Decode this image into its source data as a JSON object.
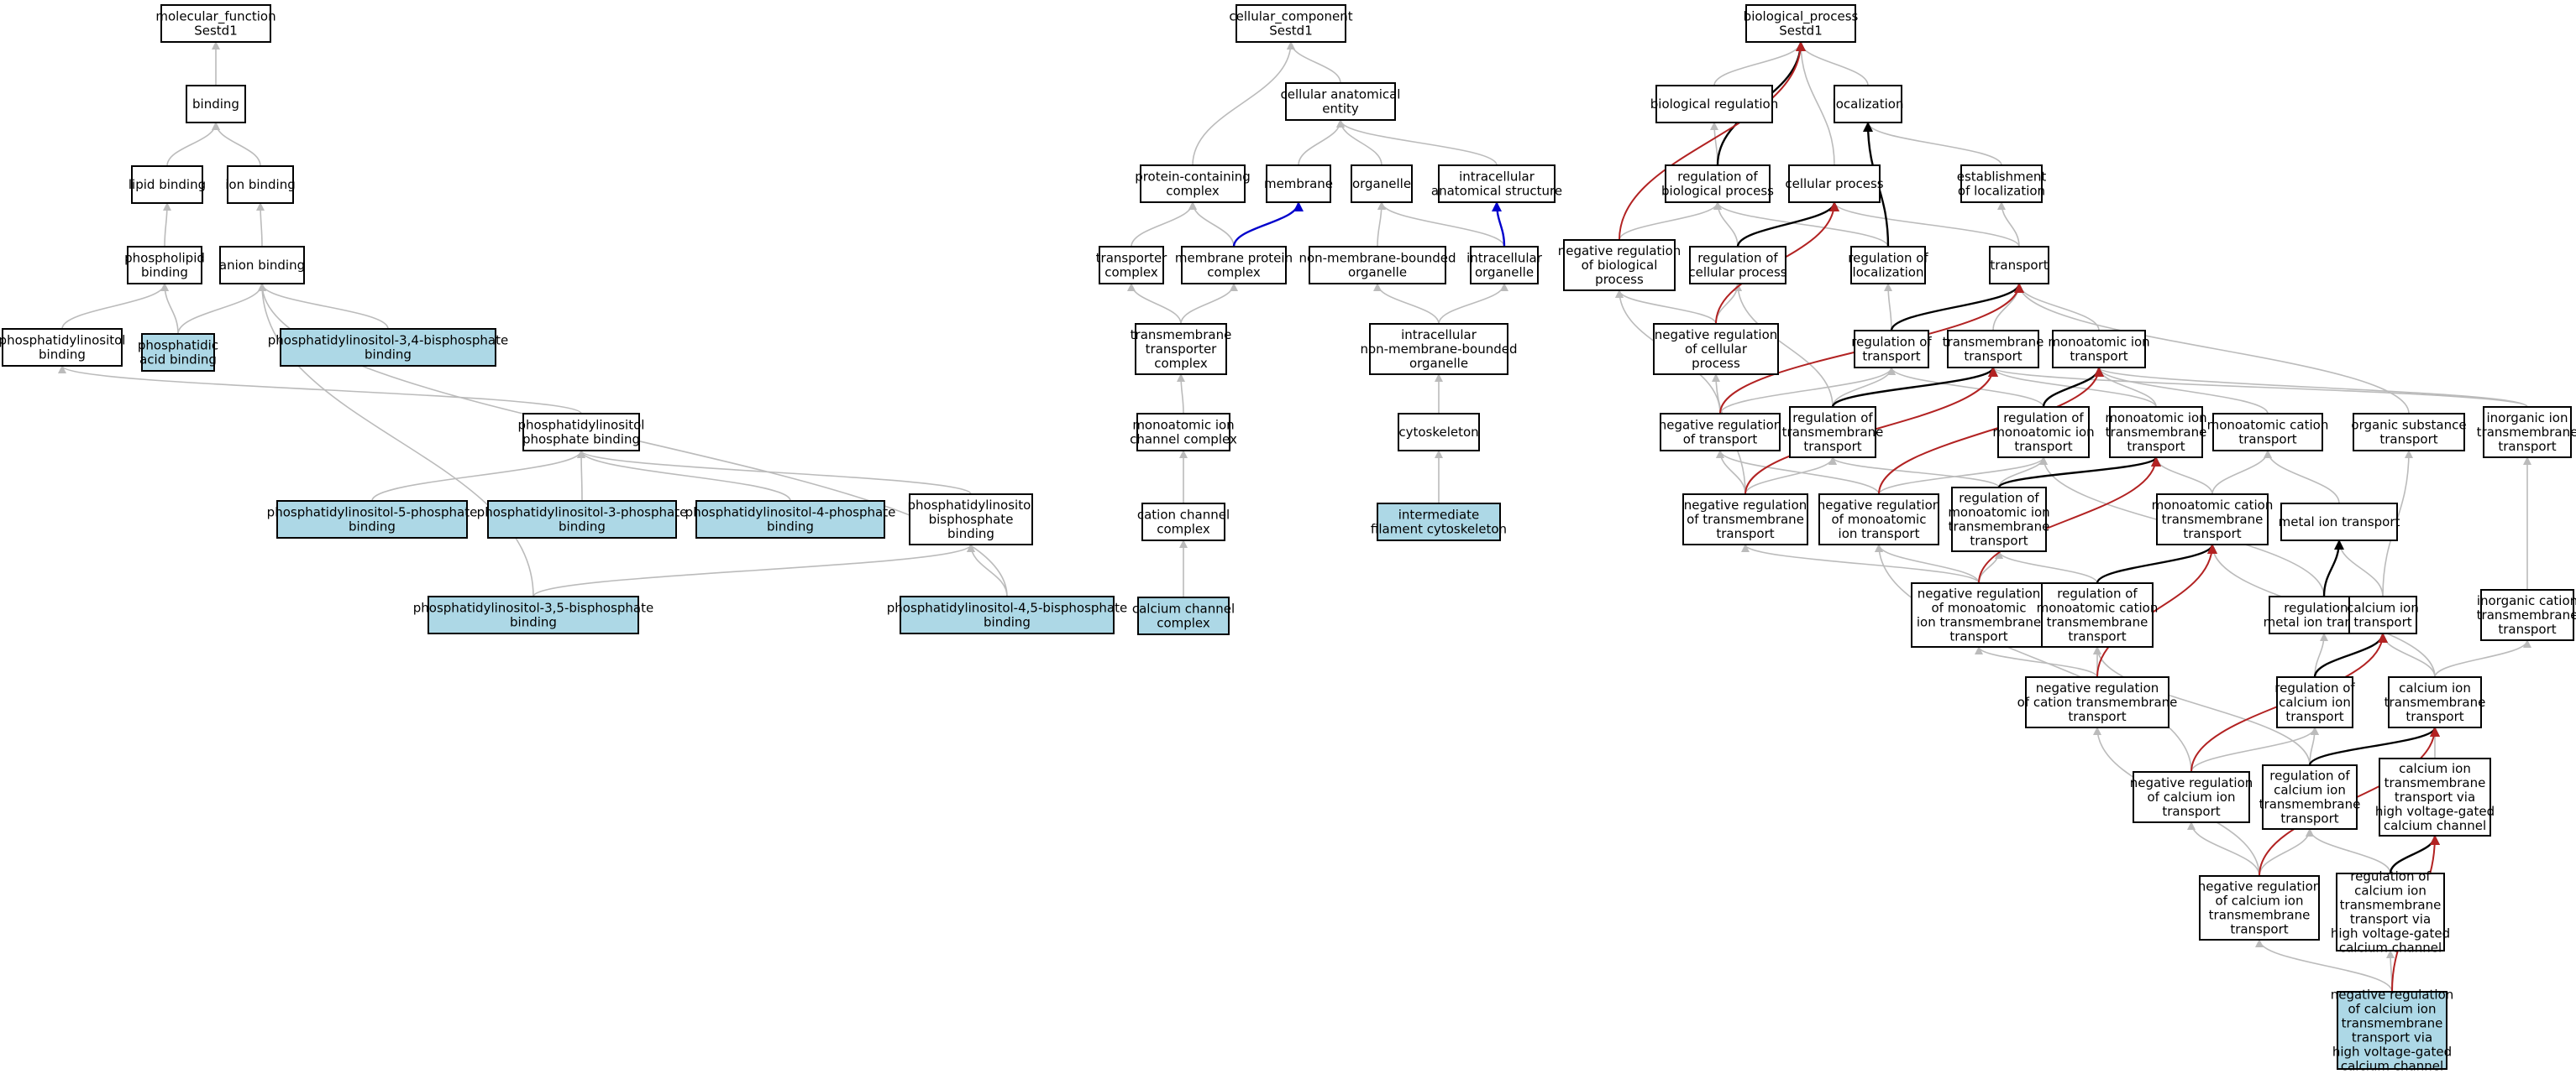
{
  "colors": {
    "node_default": "#ffffff",
    "node_highlight": "#add8e6",
    "edge_is_a": "#bbbbbb",
    "edge_regulates": "#000000",
    "edge_neg_regulates": "#b22222",
    "edge_part_of": "#0000cc"
  },
  "nodes": [
    {
      "id": "mf",
      "lines": [
        "molecular_function",
        "Sestd1"
      ],
      "hl": false
    },
    {
      "id": "binding",
      "lines": [
        "binding"
      ],
      "hl": false
    },
    {
      "id": "lipid",
      "lines": [
        "lipid binding"
      ],
      "hl": false
    },
    {
      "id": "ion",
      "lines": [
        "ion binding"
      ],
      "hl": false
    },
    {
      "id": "phospholipid",
      "lines": [
        "phospholipid",
        "binding"
      ],
      "hl": false
    },
    {
      "id": "anion",
      "lines": [
        "anion binding"
      ],
      "hl": false
    },
    {
      "id": "pi",
      "lines": [
        "phosphatidylinositol",
        "binding"
      ],
      "hl": false
    },
    {
      "id": "pa",
      "lines": [
        "phosphatidic",
        "acid binding"
      ],
      "hl": true
    },
    {
      "id": "pi34",
      "lines": [
        "phosphatidylinositol-3,4-bisphosphate",
        "binding"
      ],
      "hl": true
    },
    {
      "id": "pip",
      "lines": [
        "phosphatidylinositol",
        "phosphate binding"
      ],
      "hl": false
    },
    {
      "id": "pi5",
      "lines": [
        "phosphatidylinositol-5-phosphate",
        "binding"
      ],
      "hl": true
    },
    {
      "id": "pi3",
      "lines": [
        "phosphatidylinositol-3-phosphate",
        "binding"
      ],
      "hl": true
    },
    {
      "id": "pi4",
      "lines": [
        "phosphatidylinositol-4-phosphate",
        "binding"
      ],
      "hl": true
    },
    {
      "id": "pibis",
      "lines": [
        "phosphatidylinositol",
        "bisphosphate",
        "binding"
      ],
      "hl": false
    },
    {
      "id": "pi35",
      "lines": [
        "phosphatidylinositol-3,5-bisphosphate",
        "binding"
      ],
      "hl": true
    },
    {
      "id": "pi45",
      "lines": [
        "phosphatidylinositol-4,5-bisphosphate",
        "binding"
      ],
      "hl": true
    },
    {
      "id": "cc",
      "lines": [
        "cellular_component",
        "Sestd1"
      ],
      "hl": false
    },
    {
      "id": "cae",
      "lines": [
        "cellular anatomical",
        "entity"
      ],
      "hl": false
    },
    {
      "id": "pcc",
      "lines": [
        "protein-containing",
        "complex"
      ],
      "hl": false
    },
    {
      "id": "membrane",
      "lines": [
        "membrane"
      ],
      "hl": false
    },
    {
      "id": "organelle",
      "lines": [
        "organelle"
      ],
      "hl": false
    },
    {
      "id": "ias",
      "lines": [
        "intracellular",
        "anatomical structure"
      ],
      "hl": false
    },
    {
      "id": "tc",
      "lines": [
        "transporter",
        "complex"
      ],
      "hl": false
    },
    {
      "id": "mpc",
      "lines": [
        "membrane protein",
        "complex"
      ],
      "hl": false
    },
    {
      "id": "nmbo",
      "lines": [
        "non-membrane-bounded",
        "organelle"
      ],
      "hl": false
    },
    {
      "id": "io",
      "lines": [
        "intracellular",
        "organelle"
      ],
      "hl": false
    },
    {
      "id": "ttc",
      "lines": [
        "transmembrane",
        "transporter",
        "complex"
      ],
      "hl": false
    },
    {
      "id": "inmbo",
      "lines": [
        "intracellular",
        "non-membrane-bounded",
        "organelle"
      ],
      "hl": false
    },
    {
      "id": "mic",
      "lines": [
        "monoatomic ion",
        "channel complex"
      ],
      "hl": false
    },
    {
      "id": "cyto",
      "lines": [
        "cytoskeleton"
      ],
      "hl": false
    },
    {
      "id": "ccx",
      "lines": [
        "cation channel",
        "complex"
      ],
      "hl": false
    },
    {
      "id": "ifc",
      "lines": [
        "intermediate",
        "filament cytoskeleton"
      ],
      "hl": true
    },
    {
      "id": "ccc",
      "lines": [
        "calcium channel",
        "complex"
      ],
      "hl": true
    },
    {
      "id": "bp",
      "lines": [
        "biological_process",
        "Sestd1"
      ],
      "hl": false
    },
    {
      "id": "breg",
      "lines": [
        "biological regulation"
      ],
      "hl": false
    },
    {
      "id": "loc",
      "lines": [
        "localization"
      ],
      "hl": false
    },
    {
      "id": "rbp",
      "lines": [
        "regulation of",
        "biological process"
      ],
      "hl": false
    },
    {
      "id": "cp",
      "lines": [
        "cellular process"
      ],
      "hl": false
    },
    {
      "id": "eol",
      "lines": [
        "establishment",
        "of localization"
      ],
      "hl": false
    },
    {
      "id": "nrbp",
      "lines": [
        "negative regulation",
        "of biological",
        "process"
      ],
      "hl": false
    },
    {
      "id": "rcp",
      "lines": [
        "regulation of",
        "cellular process"
      ],
      "hl": false
    },
    {
      "id": "rloc",
      "lines": [
        "regulation of",
        "localization"
      ],
      "hl": false
    },
    {
      "id": "transport",
      "lines": [
        "transport"
      ],
      "hl": false
    },
    {
      "id": "nrcp",
      "lines": [
        "negative regulation",
        "of cellular",
        "process"
      ],
      "hl": false
    },
    {
      "id": "rt",
      "lines": [
        "regulation of",
        "transport"
      ],
      "hl": false
    },
    {
      "id": "tt",
      "lines": [
        "transmembrane",
        "transport"
      ],
      "hl": false
    },
    {
      "id": "mit",
      "lines": [
        "monoatomic ion",
        "transport"
      ],
      "hl": false
    },
    {
      "id": "nrt",
      "lines": [
        "negative regulation",
        "of transport"
      ],
      "hl": false
    },
    {
      "id": "rtt",
      "lines": [
        "regulation of",
        "transmembrane",
        "transport"
      ],
      "hl": false
    },
    {
      "id": "rmit",
      "lines": [
        "regulation of",
        "monoatomic ion",
        "transport"
      ],
      "hl": false
    },
    {
      "id": "mitt",
      "lines": [
        "monoatomic ion",
        "transmembrane",
        "transport"
      ],
      "hl": false
    },
    {
      "id": "mct",
      "lines": [
        "monoatomic cation",
        "transport"
      ],
      "hl": false
    },
    {
      "id": "ost",
      "lines": [
        "organic substance",
        "transport"
      ],
      "hl": false
    },
    {
      "id": "iitt",
      "lines": [
        "inorganic ion",
        "transmembrane",
        "transport"
      ],
      "hl": false
    },
    {
      "id": "nrtt",
      "lines": [
        "negative regulation",
        "of transmembrane",
        "transport"
      ],
      "hl": false
    },
    {
      "id": "nrmit",
      "lines": [
        "negative regulation",
        "of monoatomic",
        "ion transport"
      ],
      "hl": false
    },
    {
      "id": "rmitt",
      "lines": [
        "regulation of",
        "monoatomic ion",
        "transmembrane",
        "transport"
      ],
      "hl": false
    },
    {
      "id": "mctt",
      "lines": [
        "monoatomic cation",
        "transmembrane",
        "transport"
      ],
      "hl": false
    },
    {
      "id": "mion",
      "lines": [
        "metal ion transport"
      ],
      "hl": false
    },
    {
      "id": "nrmitt",
      "lines": [
        "negative regulation",
        "of monoatomic",
        "ion transmembrane",
        "transport"
      ],
      "hl": false
    },
    {
      "id": "rmctt",
      "lines": [
        "regulation of",
        "monoatomic cation",
        "transmembrane",
        "transport"
      ],
      "hl": false
    },
    {
      "id": "rmion",
      "lines": [
        "regulation of",
        "metal ion transport"
      ],
      "hl": false
    },
    {
      "id": "cit",
      "lines": [
        "calcium ion",
        "transport"
      ],
      "hl": false
    },
    {
      "id": "ictt",
      "lines": [
        "inorganic cation",
        "transmembrane",
        "transport"
      ],
      "hl": false
    },
    {
      "id": "nrctt",
      "lines": [
        "negative regulation",
        "of cation transmembrane",
        "transport"
      ],
      "hl": false
    },
    {
      "id": "rcit",
      "lines": [
        "regulation of",
        "calcium ion",
        "transport"
      ],
      "hl": false
    },
    {
      "id": "citt",
      "lines": [
        "calcium ion",
        "transmembrane",
        "transport"
      ],
      "hl": false
    },
    {
      "id": "nrcit",
      "lines": [
        "negative regulation",
        "of calcium ion",
        "transport"
      ],
      "hl": false
    },
    {
      "id": "rcitt",
      "lines": [
        "regulation of",
        "calcium ion",
        "transmembrane",
        "transport"
      ],
      "hl": false
    },
    {
      "id": "cittv",
      "lines": [
        "calcium ion",
        "transmembrane",
        "transport via",
        "high voltage-gated",
        "calcium channel"
      ],
      "hl": false
    },
    {
      "id": "nrcitt",
      "lines": [
        "negative regulation",
        "of calcium ion",
        "transmembrane",
        "transport"
      ],
      "hl": false
    },
    {
      "id": "rcittv",
      "lines": [
        "regulation of",
        "calcium ion",
        "transmembrane",
        "transport via",
        "high voltage-gated",
        "calcium channel"
      ],
      "hl": false
    },
    {
      "id": "nrcittv",
      "lines": [
        "negative regulation",
        "of calcium ion",
        "transmembrane",
        "transport via",
        "high voltage-gated",
        "calcium channel"
      ],
      "hl": true
    }
  ],
  "edges": [
    {
      "from": "binding",
      "to": "mf",
      "type": "is_a"
    },
    {
      "from": "lipid",
      "to": "binding",
      "type": "is_a"
    },
    {
      "from": "ion",
      "to": "binding",
      "type": "is_a"
    },
    {
      "from": "phospholipid",
      "to": "lipid",
      "type": "is_a"
    },
    {
      "from": "anion",
      "to": "ion",
      "type": "is_a"
    },
    {
      "from": "pi",
      "to": "phospholipid",
      "type": "is_a"
    },
    {
      "from": "pa",
      "to": "phospholipid",
      "type": "is_a"
    },
    {
      "from": "pa",
      "to": "anion",
      "type": "is_a"
    },
    {
      "from": "pi34",
      "to": "anion",
      "type": "is_a"
    },
    {
      "from": "pip",
      "to": "pi",
      "type": "is_a"
    },
    {
      "from": "pi5",
      "to": "pip",
      "type": "is_a"
    },
    {
      "from": "pi3",
      "to": "pip",
      "type": "is_a"
    },
    {
      "from": "pi4",
      "to": "pip",
      "type": "is_a"
    },
    {
      "from": "pibis",
      "to": "pip",
      "type": "is_a"
    },
    {
      "from": "pi35",
      "to": "pibis",
      "type": "is_a"
    },
    {
      "from": "pi35",
      "to": "anion",
      "type": "is_a"
    },
    {
      "from": "pi45",
      "to": "pibis",
      "type": "is_a"
    },
    {
      "from": "pi45",
      "to": "anion",
      "type": "is_a"
    },
    {
      "from": "cae",
      "to": "cc",
      "type": "is_a"
    },
    {
      "from": "pcc",
      "to": "cc",
      "type": "is_a"
    },
    {
      "from": "membrane",
      "to": "cae",
      "type": "is_a"
    },
    {
      "from": "organelle",
      "to": "cae",
      "type": "is_a"
    },
    {
      "from": "ias",
      "to": "cae",
      "type": "is_a"
    },
    {
      "from": "tc",
      "to": "pcc",
      "type": "is_a"
    },
    {
      "from": "mpc",
      "to": "pcc",
      "type": "is_a"
    },
    {
      "from": "mpc",
      "to": "membrane",
      "type": "part_of"
    },
    {
      "from": "nmbo",
      "to": "organelle",
      "type": "is_a"
    },
    {
      "from": "io",
      "to": "organelle",
      "type": "is_a"
    },
    {
      "from": "io",
      "to": "ias",
      "type": "part_of"
    },
    {
      "from": "ttc",
      "to": "tc",
      "type": "is_a"
    },
    {
      "from": "ttc",
      "to": "mpc",
      "type": "is_a"
    },
    {
      "from": "inmbo",
      "to": "nmbo",
      "type": "is_a"
    },
    {
      "from": "inmbo",
      "to": "io",
      "type": "is_a"
    },
    {
      "from": "mic",
      "to": "ttc",
      "type": "is_a"
    },
    {
      "from": "cyto",
      "to": "inmbo",
      "type": "is_a"
    },
    {
      "from": "ccx",
      "to": "mic",
      "type": "is_a"
    },
    {
      "from": "ifc",
      "to": "cyto",
      "type": "is_a"
    },
    {
      "from": "ccc",
      "to": "ccx",
      "type": "is_a"
    },
    {
      "from": "breg",
      "to": "bp",
      "type": "is_a"
    },
    {
      "from": "loc",
      "to": "bp",
      "type": "is_a"
    },
    {
      "from": "cp",
      "to": "bp",
      "type": "is_a"
    },
    {
      "from": "rbp",
      "to": "breg",
      "type": "is_a"
    },
    {
      "from": "rbp",
      "to": "bp",
      "type": "regulates"
    },
    {
      "from": "eol",
      "to": "loc",
      "type": "is_a"
    },
    {
      "from": "nrbp",
      "to": "rbp",
      "type": "is_a"
    },
    {
      "from": "nrbp",
      "to": "bp",
      "type": "negatively_regulates"
    },
    {
      "from": "rcp",
      "to": "rbp",
      "type": "is_a"
    },
    {
      "from": "rcp",
      "to": "cp",
      "type": "regulates"
    },
    {
      "from": "rloc",
      "to": "rbp",
      "type": "is_a"
    },
    {
      "from": "rloc",
      "to": "loc",
      "type": "regulates"
    },
    {
      "from": "transport",
      "to": "eol",
      "type": "is_a"
    },
    {
      "from": "transport",
      "to": "cp",
      "type": "is_a"
    },
    {
      "from": "nrcp",
      "to": "nrbp",
      "type": "is_a"
    },
    {
      "from": "nrcp",
      "to": "rcp",
      "type": "is_a"
    },
    {
      "from": "nrcp",
      "to": "cp",
      "type": "negatively_regulates"
    },
    {
      "from": "rt",
      "to": "rloc",
      "type": "is_a"
    },
    {
      "from": "rt",
      "to": "transport",
      "type": "regulates"
    },
    {
      "from": "tt",
      "to": "transport",
      "type": "is_a"
    },
    {
      "from": "mit",
      "to": "transport",
      "type": "is_a"
    },
    {
      "from": "nrt",
      "to": "rt",
      "type": "is_a"
    },
    {
      "from": "nrt",
      "to": "nrbp",
      "type": "is_a"
    },
    {
      "from": "nrt",
      "to": "transport",
      "type": "negatively_regulates"
    },
    {
      "from": "rtt",
      "to": "rt",
      "type": "is_a"
    },
    {
      "from": "rtt",
      "to": "rcp",
      "type": "is_a"
    },
    {
      "from": "rtt",
      "to": "tt",
      "type": "regulates"
    },
    {
      "from": "rmit",
      "to": "rt",
      "type": "is_a"
    },
    {
      "from": "rmit",
      "to": "mit",
      "type": "regulates"
    },
    {
      "from": "mitt",
      "to": "mit",
      "type": "is_a"
    },
    {
      "from": "mitt",
      "to": "tt",
      "type": "is_a"
    },
    {
      "from": "mct",
      "to": "mit",
      "type": "is_a"
    },
    {
      "from": "ost",
      "to": "transport",
      "type": "is_a"
    },
    {
      "from": "iitt",
      "to": "mit",
      "type": "is_a"
    },
    {
      "from": "iitt",
      "to": "tt",
      "type": "is_a"
    },
    {
      "from": "nrtt",
      "to": "nrt",
      "type": "is_a"
    },
    {
      "from": "nrtt",
      "to": "rtt",
      "type": "is_a"
    },
    {
      "from": "nrtt",
      "to": "nrcp",
      "type": "is_a"
    },
    {
      "from": "nrtt",
      "to": "tt",
      "type": "negatively_regulates"
    },
    {
      "from": "nrmit",
      "to": "nrt",
      "type": "is_a"
    },
    {
      "from": "nrmit",
      "to": "rmit",
      "type": "is_a"
    },
    {
      "from": "nrmit",
      "to": "mit",
      "type": "negatively_regulates"
    },
    {
      "from": "rmitt",
      "to": "rmit",
      "type": "is_a"
    },
    {
      "from": "rmitt",
      "to": "rtt",
      "type": "is_a"
    },
    {
      "from": "rmitt",
      "to": "mitt",
      "type": "regulates"
    },
    {
      "from": "mctt",
      "to": "mitt",
      "type": "is_a"
    },
    {
      "from": "mctt",
      "to": "mct",
      "type": "is_a"
    },
    {
      "from": "mion",
      "to": "mct",
      "type": "is_a"
    },
    {
      "from": "nrmitt",
      "to": "nrmit",
      "type": "is_a"
    },
    {
      "from": "nrmitt",
      "to": "rmitt",
      "type": "is_a"
    },
    {
      "from": "nrmitt",
      "to": "nrtt",
      "type": "is_a"
    },
    {
      "from": "nrmitt",
      "to": "mitt",
      "type": "negatively_regulates"
    },
    {
      "from": "rmctt",
      "to": "rmitt",
      "type": "is_a"
    },
    {
      "from": "rmctt",
      "to": "mctt",
      "type": "regulates"
    },
    {
      "from": "rmion",
      "to": "rmit",
      "type": "is_a"
    },
    {
      "from": "rmion",
      "to": "mion",
      "type": "regulates"
    },
    {
      "from": "cit",
      "to": "mion",
      "type": "is_a"
    },
    {
      "from": "cit",
      "to": "ost",
      "type": "is_a"
    },
    {
      "from": "ictt",
      "to": "iitt",
      "type": "is_a"
    },
    {
      "from": "nrctt",
      "to": "nrmitt",
      "type": "is_a"
    },
    {
      "from": "nrctt",
      "to": "rmctt",
      "type": "is_a"
    },
    {
      "from": "nrctt",
      "to": "mctt",
      "type": "negatively_regulates"
    },
    {
      "from": "rcit",
      "to": "rmion",
      "type": "is_a"
    },
    {
      "from": "rcit",
      "to": "cit",
      "type": "regulates"
    },
    {
      "from": "citt",
      "to": "cit",
      "type": "is_a"
    },
    {
      "from": "citt",
      "to": "ictt",
      "type": "is_a"
    },
    {
      "from": "citt",
      "to": "mctt",
      "type": "is_a"
    },
    {
      "from": "nrcit",
      "to": "rcit",
      "type": "is_a"
    },
    {
      "from": "nrcit",
      "to": "nrmit",
      "type": "is_a"
    },
    {
      "from": "nrcit",
      "to": "cit",
      "type": "negatively_regulates"
    },
    {
      "from": "rcitt",
      "to": "rcit",
      "type": "is_a"
    },
    {
      "from": "rcitt",
      "to": "rmctt",
      "type": "is_a"
    },
    {
      "from": "rcitt",
      "to": "citt",
      "type": "regulates"
    },
    {
      "from": "cittv",
      "to": "citt",
      "type": "is_a"
    },
    {
      "from": "nrcitt",
      "to": "nrcit",
      "type": "is_a"
    },
    {
      "from": "nrcitt",
      "to": "rcitt",
      "type": "is_a"
    },
    {
      "from": "nrcitt",
      "to": "nrctt",
      "type": "is_a"
    },
    {
      "from": "nrcitt",
      "to": "citt",
      "type": "negatively_regulates"
    },
    {
      "from": "rcittv",
      "to": "rcitt",
      "type": "is_a"
    },
    {
      "from": "rcittv",
      "to": "cittv",
      "type": "regulates"
    },
    {
      "from": "nrcittv",
      "to": "nrcitt",
      "type": "is_a"
    },
    {
      "from": "nrcittv",
      "to": "rcittv",
      "type": "is_a"
    },
    {
      "from": "nrcittv",
      "to": "cittv",
      "type": "negatively_regulates"
    }
  ]
}
